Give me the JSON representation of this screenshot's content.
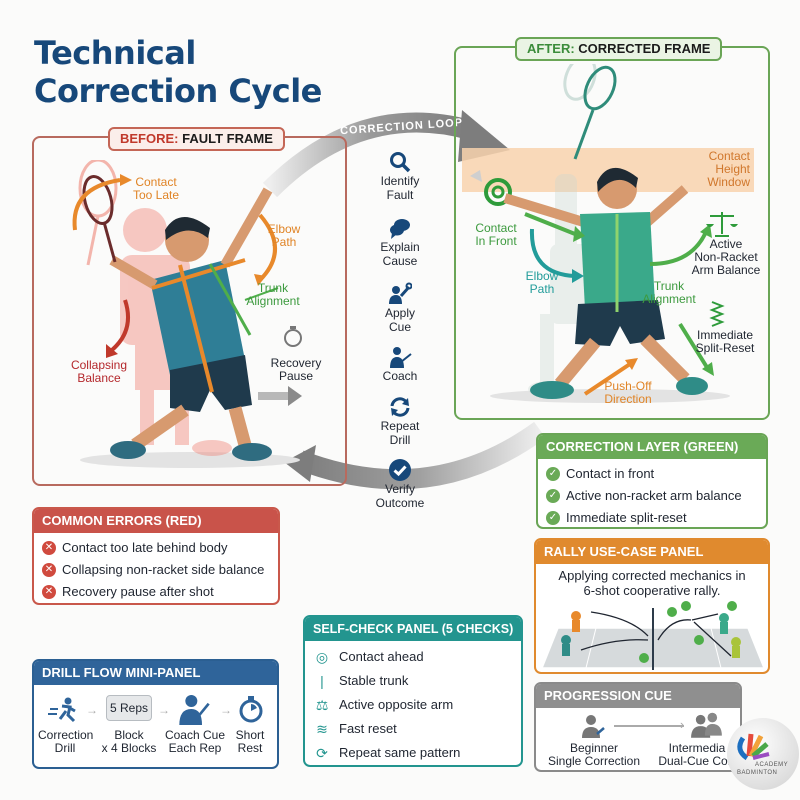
{
  "title": {
    "line1": "Technical",
    "line2": "Correction Cycle"
  },
  "before": {
    "tag_lead": "BEFORE:",
    "tag_rest": "FAULT FRAME",
    "labels": {
      "contact_too_late": [
        "Contact",
        "Too Late"
      ],
      "elbow_path": [
        "Elbow",
        "Path"
      ],
      "trunk_alignment": [
        "Trunk",
        "Alignment"
      ],
      "collapsing_balance": [
        "Collapsing",
        "Balance"
      ],
      "recovery_pause": [
        "Recovery",
        "Pause"
      ]
    }
  },
  "loop": {
    "label": "CORRECTION LOOP",
    "steps": [
      {
        "icon": "magnifier-icon",
        "line1": "Identify",
        "line2": "Fault"
      },
      {
        "icon": "speech-bubbles-icon",
        "line1": "Explain",
        "line2": "Cause"
      },
      {
        "icon": "person-wrench-icon",
        "line1": "Apply",
        "line2": "Cue"
      },
      {
        "icon": "coach-pointer-icon",
        "line1": "Coach",
        "line2": ""
      },
      {
        "icon": "refresh-icon",
        "line1": "Repeat",
        "line2": "Drill"
      },
      {
        "icon": "check-circle-icon",
        "line1": "Verify",
        "line2": "Outcome"
      }
    ]
  },
  "after": {
    "tag_lead": "AFTER:",
    "tag_rest": "CORRECTED FRAME",
    "height_window": [
      "Contact",
      "Height",
      "Window"
    ],
    "labels": {
      "contact_in_front": [
        "Contact",
        "In Front"
      ],
      "elbow_path": [
        "Elbow",
        "Path"
      ],
      "trunk_alignment": [
        "Trunk",
        "Alignment"
      ],
      "active_arm": [
        "Active",
        "Non-Racket",
        "Arm Balance"
      ],
      "split_reset": [
        "Immediate",
        "Split-Reset"
      ],
      "push_off": [
        "Push-Off",
        "Direction"
      ]
    }
  },
  "common_errors": {
    "header": "COMMON ERRORS (RED)",
    "items": [
      "Contact too late behind body",
      "Collapsing non-racket side balance",
      "Recovery pause after shot"
    ]
  },
  "correction_layer": {
    "header": "CORRECTION LAYER (GREEN)",
    "items": [
      "Contact in front",
      "Active non-racket arm balance",
      "Immediate split-reset"
    ]
  },
  "rally": {
    "header": "RALLY USE-CASE PANEL",
    "desc_line1": "Applying corrected mechanics in",
    "desc_line2": "6-shot cooperative rally."
  },
  "self_check": {
    "header": "SELF-CHECK PANEL (5 CHECKS)",
    "items": [
      {
        "icon": "target-icon",
        "label": "Contact ahead"
      },
      {
        "icon": "vertical-line-icon",
        "label": "Stable trunk"
      },
      {
        "icon": "balance-scale-icon",
        "label": "Active opposite arm"
      },
      {
        "icon": "spring-icon",
        "label": "Fast reset"
      },
      {
        "icon": "refresh-icon",
        "label": "Repeat same pattern"
      }
    ]
  },
  "drill_flow": {
    "header": "DRILL FLOW MINI-PANEL",
    "reps_box": "5 Reps",
    "steps": [
      {
        "line1": "Correction",
        "line2": "Drill"
      },
      {
        "line1": "Block",
        "line2": "x 4 Blocks"
      },
      {
        "line1": "Coach Cue",
        "line2": "Each Rep"
      },
      {
        "line1": "Short",
        "line2": "Rest"
      }
    ]
  },
  "progression": {
    "header": "PROGRESSION CUE",
    "from": {
      "line1": "Beginner",
      "line2": "Single Correction"
    },
    "to": {
      "line1": "Intermedia",
      "line2": "Dual-Cue Corr"
    }
  },
  "logo": {
    "line1": "ACADEMY",
    "line2": "BADMINTON"
  },
  "colors": {
    "title": "#17487a",
    "red": "#c9534a",
    "green": "#6aaa57",
    "orange": "#e08a2e",
    "teal": "#23958f",
    "blue": "#2f649a",
    "gray": "#8f8f8f"
  }
}
